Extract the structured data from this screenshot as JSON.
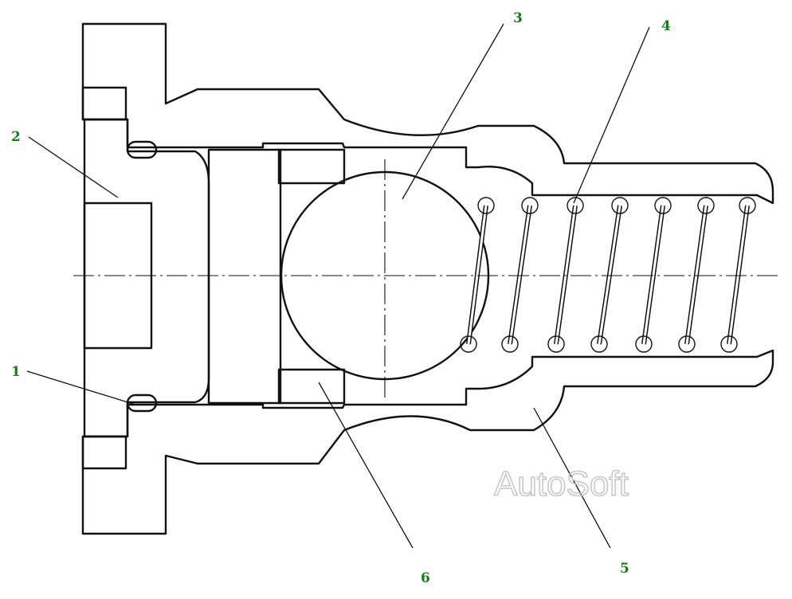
{
  "diagram": {
    "callouts": [
      {
        "id": "1",
        "text": "1"
      },
      {
        "id": "2",
        "text": "2"
      },
      {
        "id": "3",
        "text": "3"
      },
      {
        "id": "4",
        "text": "4"
      },
      {
        "id": "5",
        "text": "5"
      },
      {
        "id": "6",
        "text": "6"
      }
    ],
    "watermark": "AutoSoft",
    "colors": {
      "callout_text": "#1a7a1a",
      "line": "#111111",
      "watermark": "#c8c8c8",
      "background": "#ffffff"
    }
  }
}
